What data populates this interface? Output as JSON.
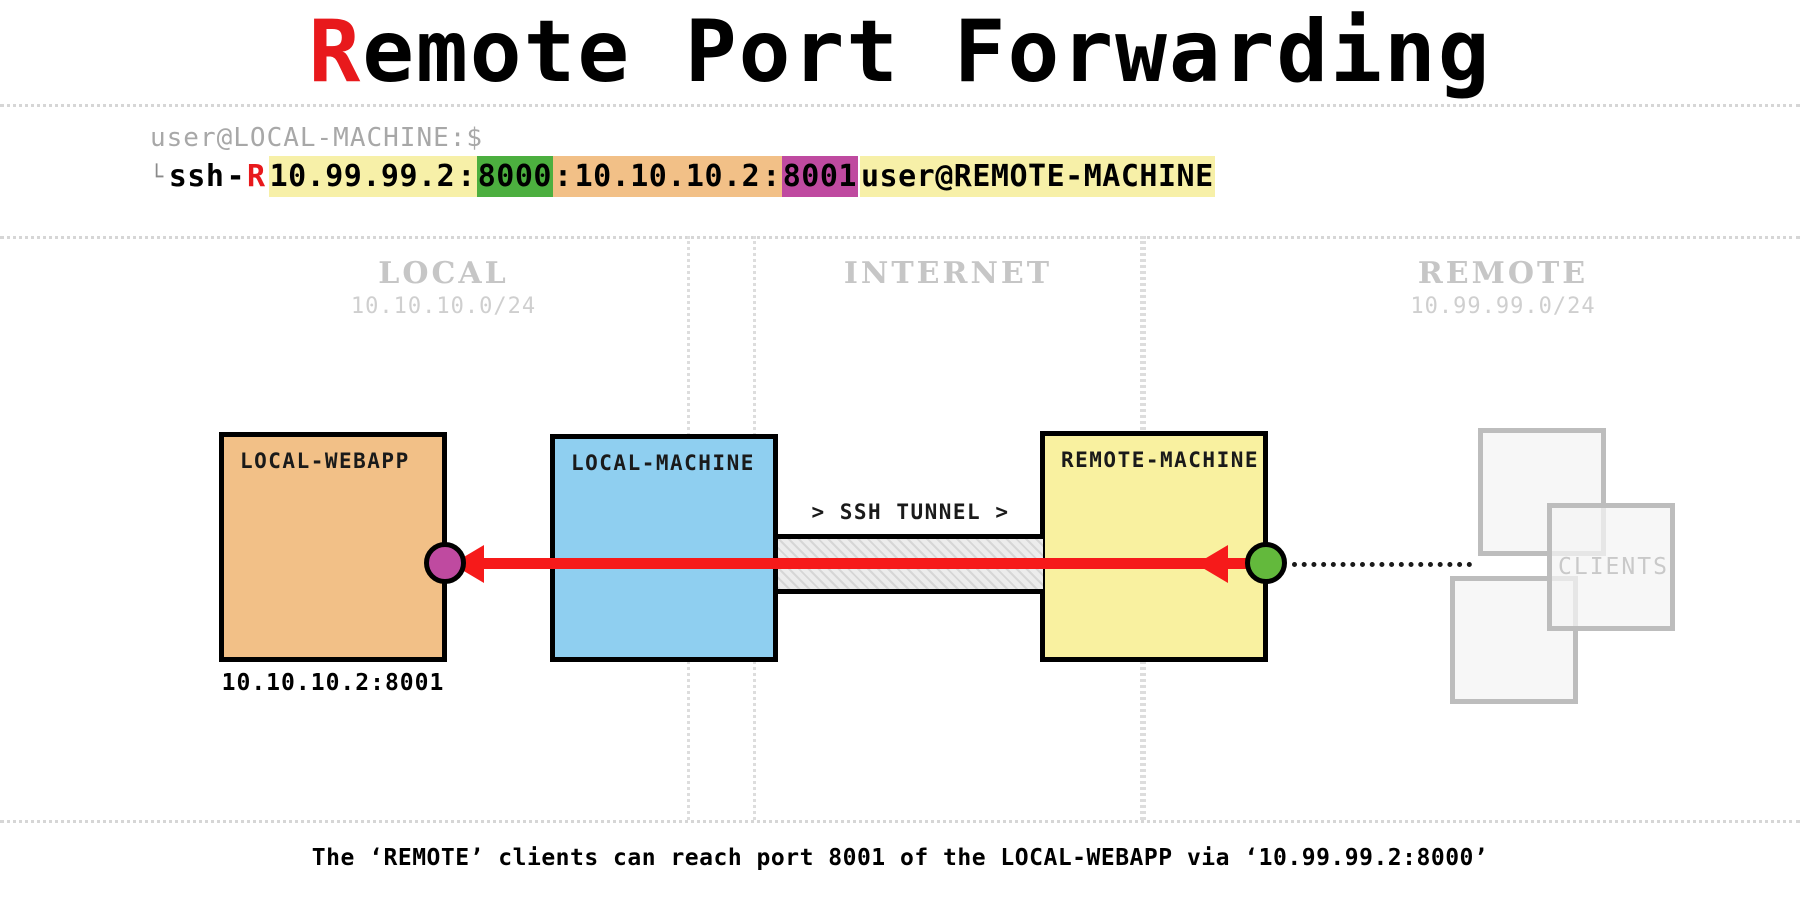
{
  "title": {
    "accent_letter": "R",
    "rest": "emote Port Forwarding",
    "accent_color": "#e8191c"
  },
  "command": {
    "prompt": "user@LOCAL-MACHINE:$",
    "corner_icon": "return-corner-icon",
    "segments": [
      {
        "text": "ssh ",
        "style": "plain"
      },
      {
        "text": "-",
        "style": "plain"
      },
      {
        "text": "R",
        "style": "red"
      },
      {
        "text": " ",
        "style": "plain"
      },
      {
        "text": "10.99.99.2",
        "style": "yellow"
      },
      {
        "text": ":",
        "style": "yellow"
      },
      {
        "text": "8000",
        "style": "green"
      },
      {
        "text": ":",
        "style": "orange"
      },
      {
        "text": "10.10.10.2",
        "style": "orange"
      },
      {
        "text": ":",
        "style": "orange"
      },
      {
        "text": "8001",
        "style": "purple"
      },
      {
        "text": " ",
        "style": "plain"
      },
      {
        "text": "user@REMOTE-MACHINE",
        "style": "yellow"
      }
    ],
    "full_text": "ssh -R 10.99.99.2:8000:10.10.10.2:8001 user@REMOTE-MACHINE",
    "highlight_colors": {
      "bind_address": "#f7f0a8",
      "remote_port": "#4caf3f",
      "local_host": "#f2c087",
      "local_port": "#bf4aa0",
      "ssh_target": "#f7f0a8"
    }
  },
  "zones": [
    {
      "name": "LOCAL",
      "subnet": "10.10.10.0/24"
    },
    {
      "name": "INTERNET",
      "subnet": ""
    },
    {
      "name": "REMOTE",
      "subnet": "10.99.99.0/24"
    }
  ],
  "nodes": {
    "local_webapp": {
      "label": "LOCAL-WEBAPP",
      "fill": "#f2c087",
      "address": "10.10.10.2:8001"
    },
    "local_machine": {
      "label": "LOCAL-MACHINE",
      "fill": "#8fcff0"
    },
    "remote_machine": {
      "label": "REMOTE-MACHINE",
      "fill": "#f9f1a0"
    },
    "clients": {
      "label": "CLIENTS"
    }
  },
  "tunnel": {
    "label": "> SSH TUNNEL >",
    "flow_color": "#f61a1a"
  },
  "ports": {
    "webapp_port_node": {
      "color": "#bf4aa0"
    },
    "remote_port_node": {
      "color": "#63b93c"
    }
  },
  "footer": {
    "note": "The ‘REMOTE’ clients can reach port 8001 of the LOCAL-WEBAPP via ‘10.99.99.2:8000’"
  }
}
